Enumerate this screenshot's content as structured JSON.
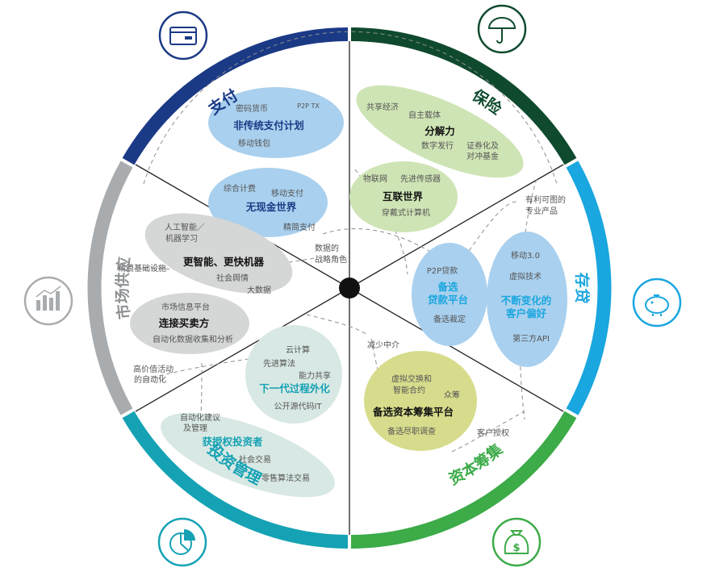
{
  "colors": {
    "payment": "#1b3a86",
    "insurance": "#0f4a2e",
    "deposit": "#1aa6df",
    "capital": "#3cab48",
    "investment": "#15a2b4",
    "market": "#a9acae",
    "blue_bubble": "#a9d0ee",
    "green_bubble": "#cfe4b5",
    "gray_bubble": "#d5d6d6",
    "yellow_bubble": "#d7dc8c",
    "teal_bubble": "#d8e8e4"
  },
  "sectors": {
    "payment": {
      "label": "支付",
      "icon": "credit-card-icon"
    },
    "insurance": {
      "label": "保险",
      "icon": "umbrella-icon"
    },
    "deposit": {
      "label": "存贷",
      "icon": "piggy-bank-icon"
    },
    "capital": {
      "label": "资本筹集",
      "icon": "money-bag-icon"
    },
    "investment": {
      "label": "投资管理",
      "icon": "pie-chart-icon"
    },
    "market": {
      "label": "市场供应",
      "icon": "bar-chart-icon"
    }
  },
  "clusters": {
    "non_traditional_payment": {
      "title": "非传统支付计划",
      "items": [
        "密码货币",
        "P2P TX",
        "移动钱包"
      ]
    },
    "cashless_world": {
      "title": "无现金世界",
      "items": [
        "综合计费",
        "移动支付",
        "精简支付"
      ]
    },
    "unbundling": {
      "title": "分解力",
      "items": [
        "共享经济",
        "自主载体",
        "数字发行",
        "证券化及",
        "对冲基金"
      ]
    },
    "connected_world": {
      "title": "互联世界",
      "items": [
        "物联网",
        "先进传感器",
        "穿戴式计算机"
      ]
    },
    "alt_lending": {
      "title": "备选",
      "title2": "贷款平台",
      "items": [
        "P2P贷款",
        "备选裁定"
      ]
    },
    "customer_prefs": {
      "title": "不断变化的",
      "title2": "客户偏好",
      "items": [
        "移动3.0",
        "虚拟技术",
        "第三方API"
      ]
    },
    "alt_capital": {
      "title": "备选资本筹集平台",
      "items": [
        "虚拟交换和",
        "智能合约",
        "众筹",
        "备选尽职调查"
      ]
    },
    "process_ext": {
      "title": "下一代过程外化",
      "items": [
        "云计算",
        "先进算法",
        "能力共享",
        "公开源代码IT"
      ]
    },
    "empowered_investors": {
      "title": "获授权投资者",
      "items": [
        "自动化建议",
        "及管理",
        "社会交易",
        "零售算法交易"
      ]
    },
    "smarter_machines": {
      "title": "更智能、更快机器",
      "items": [
        "人工智能／",
        "机器学习",
        "社会舆情",
        "大数据"
      ]
    },
    "connecting_parties": {
      "title": "连接买卖方",
      "items": [
        "市场信息平台",
        "自动化数据收集和分析"
      ]
    }
  },
  "connectors": {
    "data_role_1": "数据的",
    "data_role_2": "战略角色",
    "lean_infra": "精简基础设施",
    "profit_1": "有利可图的",
    "profit_2": "专业产品",
    "reduce_intermediary": "减少中介",
    "customer_auth": "客户授权",
    "high_value_1": "高价值活动",
    "high_value_2": "的自动化"
  }
}
